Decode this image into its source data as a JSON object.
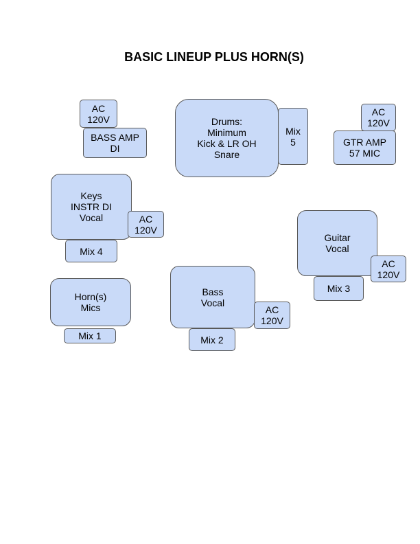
{
  "title": "BASIC LINEUP PLUS HORN(S)",
  "stage": {
    "ac_bass": "AC\n120V",
    "bass_amp": "BASS AMP\nDI",
    "drums": "Drums:\nMinimum\nKick & LR OH\nSnare",
    "mix5": "Mix\n5",
    "ac_gtr": "AC\n120V",
    "gtr_amp": "GTR AMP\n57 MIC",
    "keys": "Keys\nINSTR DI\nVocal",
    "ac_keys": "AC\n120V",
    "mix4": "Mix 4",
    "guitar": "Guitar\nVocal",
    "ac_guitar": "AC\n120V",
    "mix3": "Mix 3",
    "horns": "Horn(s)\nMics",
    "mix1": "Mix 1",
    "bass": "Bass\nVocal",
    "ac_bassvocal": "AC\n120V",
    "mix2": "Mix 2"
  },
  "colors": {
    "box_fill": "#c9daf8",
    "box_border": "#595959"
  }
}
